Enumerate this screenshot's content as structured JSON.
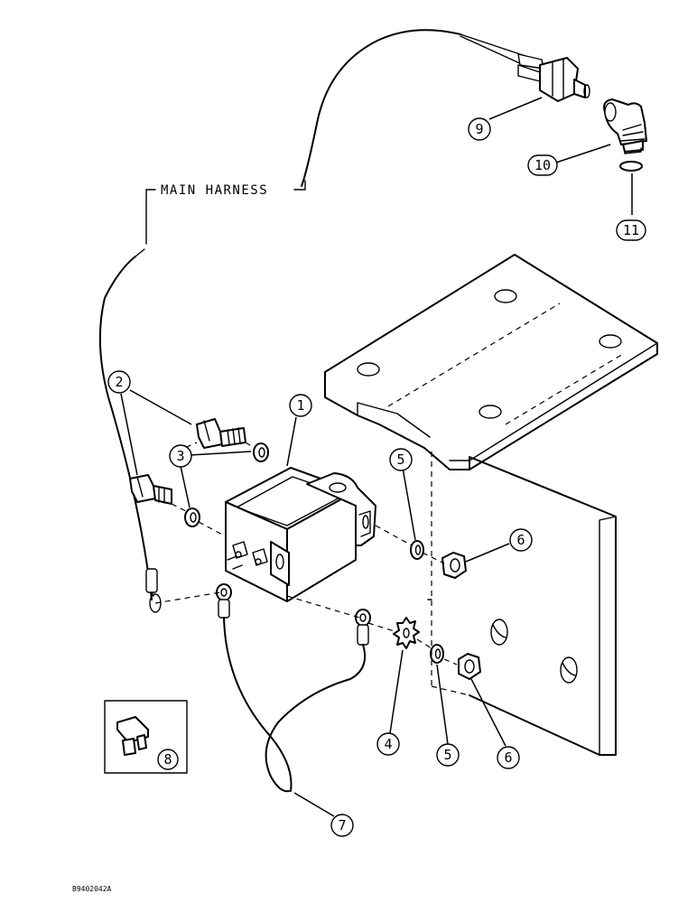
{
  "harness_label": "MAIN HARNESS",
  "figure_code": "B9402042A",
  "callouts": {
    "c1": "1",
    "c2": "2",
    "c3": "3",
    "c4": "4",
    "c5a": "5",
    "c5b": "5",
    "c6a": "6",
    "c6b": "6",
    "c7": "7",
    "c8": "8",
    "c9": "9",
    "c10": "10",
    "c11": "11"
  }
}
